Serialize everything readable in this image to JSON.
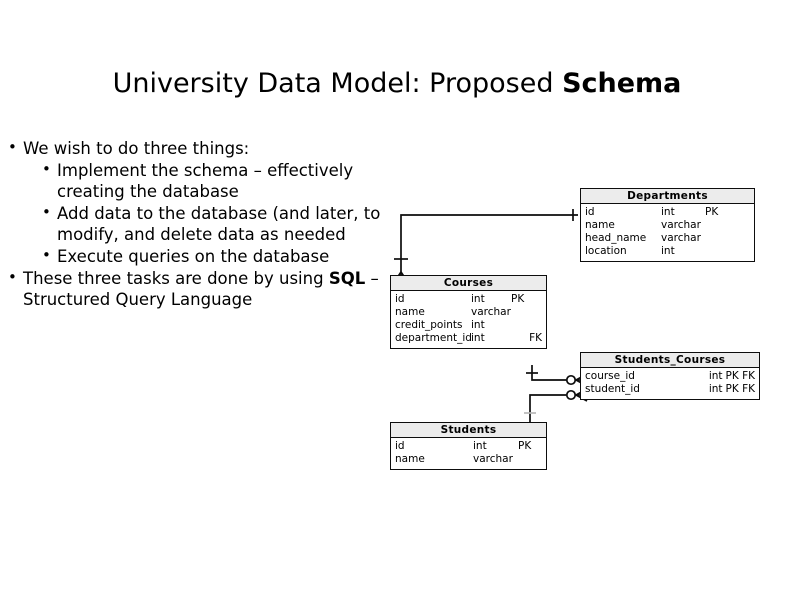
{
  "slide": {
    "title_plain": "University Data Model: Proposed ",
    "title_bold": "Schema"
  },
  "body": {
    "bullet_mark": "•",
    "items": [
      {
        "level": 1,
        "text_before": "We wish to do three things:",
        "bold": "",
        "text_after": ""
      },
      {
        "level": 2,
        "text_before": "Implement the schema – effectively creating the database",
        "bold": "",
        "text_after": ""
      },
      {
        "level": 2,
        "text_before": "Add data to the database (and later, to modify, and delete data as needed",
        "bold": "",
        "text_after": ""
      },
      {
        "level": 2,
        "text_before": "Execute queries on the database",
        "bold": "",
        "text_after": ""
      },
      {
        "level": 1,
        "text_before": "These three tasks are done by using ",
        "bold": "SQL",
        "text_after": " – Structured Query Language"
      }
    ]
  },
  "diagram": {
    "type": "entity-relationship",
    "notation": "crows-foot",
    "colors": {
      "line": "#0d0d0d",
      "header_fill": "#ececec",
      "body_fill": "#ffffff"
    },
    "entities": [
      {
        "key": "departments",
        "title": "Departments",
        "attributes": [
          {
            "name": "id",
            "type": "int",
            "key": "PK"
          },
          {
            "name": "name",
            "type": "varchar",
            "key": ""
          },
          {
            "name": "head_name",
            "type": "varchar",
            "key": ""
          },
          {
            "name": "location",
            "type": "int",
            "key": ""
          }
        ]
      },
      {
        "key": "courses",
        "title": "Courses",
        "attributes": [
          {
            "name": "id",
            "type": "int",
            "key": "PK"
          },
          {
            "name": "name",
            "type": "varchar",
            "key": ""
          },
          {
            "name": "credit_points",
            "type": "int",
            "key": ""
          },
          {
            "name": "department_id",
            "type": "int",
            "key": "FK"
          }
        ]
      },
      {
        "key": "students_courses",
        "title": "Students_Courses",
        "attributes": [
          {
            "name": "course_id",
            "type": "int",
            "key": "PK FK"
          },
          {
            "name": "student_id",
            "type": "int",
            "key": "PK FK"
          }
        ]
      },
      {
        "key": "students",
        "title": "Students",
        "attributes": [
          {
            "name": "id",
            "type": "int",
            "key": "PK"
          },
          {
            "name": "name",
            "type": "varchar",
            "key": ""
          }
        ]
      }
    ],
    "relationships": [
      {
        "from": "departments",
        "to": "courses",
        "from_cardinality": "one",
        "to_cardinality": "many"
      },
      {
        "from": "courses",
        "to": "students_courses",
        "from_cardinality": "one",
        "to_cardinality": "zero-or-many"
      },
      {
        "from": "students",
        "to": "students_courses",
        "from_cardinality": "one",
        "to_cardinality": "zero-or-many"
      }
    ]
  }
}
